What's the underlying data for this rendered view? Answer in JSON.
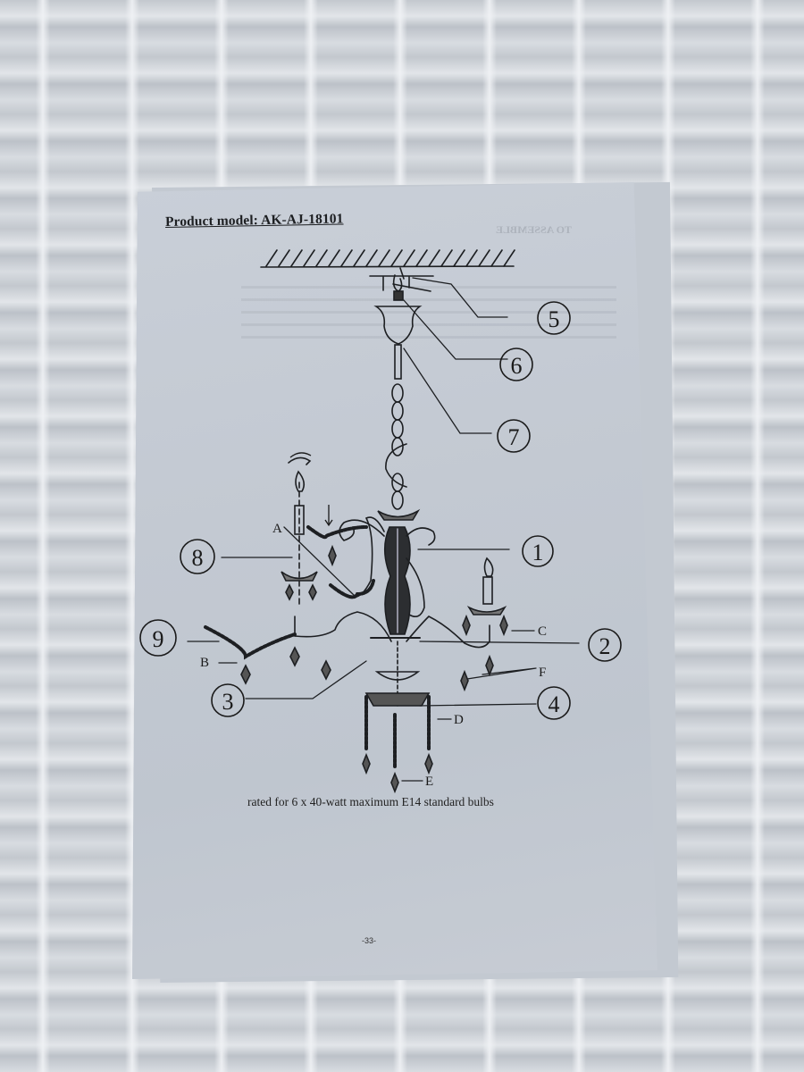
{
  "document": {
    "title": "Product model: AK-AJ-18101",
    "caption": "rated for 6 x 40-watt maximum E14 standard bulbs",
    "page_number": "-33-",
    "bleed_through_heading": "TO ASSEMBLE"
  },
  "diagram": {
    "callouts": [
      {
        "id": "1",
        "label": "1"
      },
      {
        "id": "2",
        "label": "2"
      },
      {
        "id": "3",
        "label": "3"
      },
      {
        "id": "4",
        "label": "4"
      },
      {
        "id": "5",
        "label": "5"
      },
      {
        "id": "6",
        "label": "6"
      },
      {
        "id": "7",
        "label": "7"
      },
      {
        "id": "8",
        "label": "8"
      },
      {
        "id": "9",
        "label": "9"
      }
    ],
    "letters": [
      {
        "id": "A",
        "label": "A"
      },
      {
        "id": "B",
        "label": "B"
      },
      {
        "id": "C",
        "label": "C"
      },
      {
        "id": "D",
        "label": "D"
      },
      {
        "id": "E",
        "label": "E"
      },
      {
        "id": "F",
        "label": "F"
      }
    ]
  },
  "colors": {
    "paper": "#c5cbd3",
    "ink": "#1d1f22",
    "fabric": "#d0d4d9"
  }
}
